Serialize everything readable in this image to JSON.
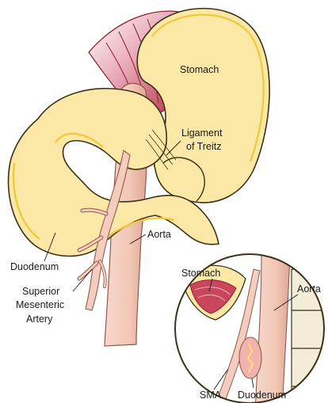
{
  "labels": {
    "stomach": "Stomach",
    "ligament_line1": "Ligament",
    "ligament_line2": "of Treitz",
    "aorta": "Aorta",
    "duodenum": "Duodenum",
    "sma_line1": "Superior",
    "sma_line2": "Mesenteric",
    "sma_line3": "Artery"
  },
  "inset": {
    "stomach": "Stomach",
    "aorta": "Aorta",
    "sma": "SMA",
    "duodenum": "Duodenum"
  },
  "colors": {
    "organ_fill": "#fbe8a6",
    "organ_edge": "#f0c83c",
    "vessel": "#f4cdbe",
    "vessel_shadow": "#e3a896",
    "mesentery_red": "#b0263a",
    "mesentery_pink": "#e7a7b5",
    "spine": "#f3ecd9"
  }
}
